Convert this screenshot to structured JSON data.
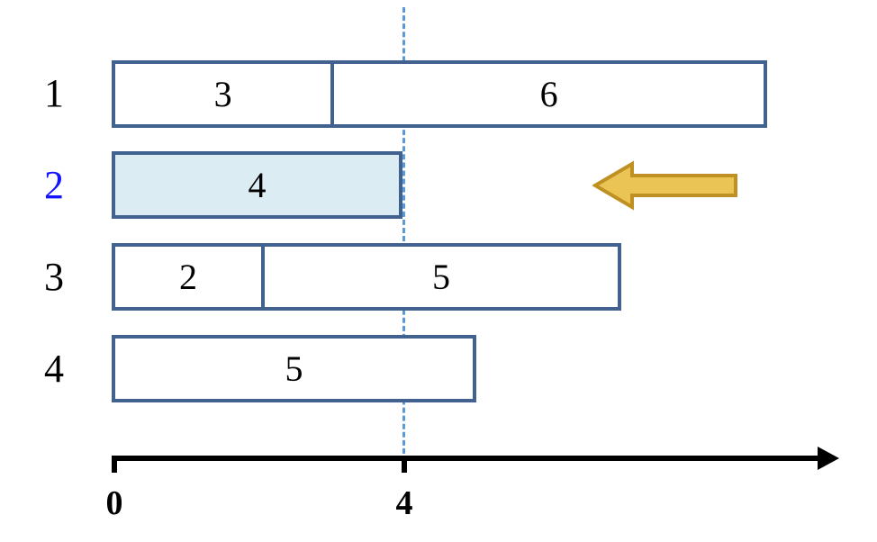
{
  "diagram": {
    "type": "gantt-like-bar-chart",
    "background_color": "#ffffff",
    "bar_border_color": "#41618f",
    "bar_fill_default": "#ffffff",
    "bar_fill_highlight": "#dcecf3",
    "guide_color": "#5b9bd5",
    "axis_color": "#000000",
    "highlight_label_color": "#1414ff",
    "arrow_fill": "#eac454",
    "arrow_stroke": "#bf9123"
  },
  "rows": [
    {
      "label": "1",
      "label_highlighted": false,
      "row_filled": false,
      "start": 0,
      "total": 9,
      "segments": [
        {
          "value": "3",
          "length": 3
        },
        {
          "value": "6",
          "length": 6
        }
      ]
    },
    {
      "label": "2",
      "label_highlighted": true,
      "row_filled": true,
      "start": 0,
      "total": 4,
      "segments": [
        {
          "value": "4",
          "length": 4
        }
      ]
    },
    {
      "label": "3",
      "label_highlighted": false,
      "row_filled": false,
      "start": 0,
      "total": 7,
      "segments": [
        {
          "value": "2",
          "length": 2
        },
        {
          "value": "5",
          "length": 5
        }
      ]
    },
    {
      "label": "4",
      "label_highlighted": false,
      "row_filled": false,
      "start": 0,
      "total": 5,
      "segments": [
        {
          "value": "5",
          "length": 5
        }
      ]
    }
  ],
  "axis": {
    "ticks": [
      {
        "label": "0",
        "value": 0
      },
      {
        "label": "4",
        "value": 4
      }
    ],
    "has_end_arrow": true
  },
  "guide": {
    "value": 4,
    "style": "dashed"
  },
  "annotation_arrow": {
    "direction": "left",
    "points_at_row": "2"
  },
  "chart_data": {
    "type": "bar",
    "title": "",
    "xlabel": "",
    "ylabel": "",
    "categories": [
      "1",
      "2",
      "3",
      "4"
    ],
    "series": [
      {
        "name": "segment-1",
        "values": [
          3,
          4,
          2,
          5
        ]
      },
      {
        "name": "segment-2",
        "values": [
          6,
          0,
          5,
          0
        ]
      }
    ],
    "stacked": true,
    "totals": [
      9,
      4,
      7,
      5
    ],
    "xlim": [
      0,
      10
    ],
    "tick_labels": [
      "0",
      "4"
    ],
    "grid": false,
    "legend": "none",
    "annotations": [
      {
        "text": "dashed guide at x = 4",
        "x": 4
      },
      {
        "text": "left arrow highlighting row 2",
        "row": "2"
      }
    ]
  }
}
